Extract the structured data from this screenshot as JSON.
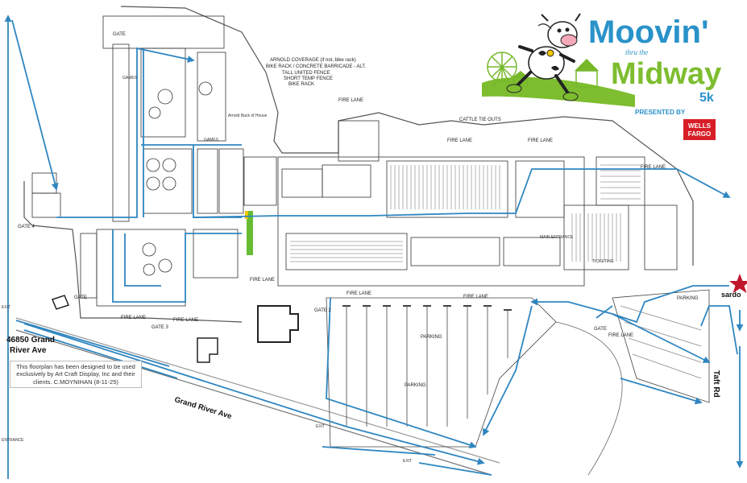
{
  "logo": {
    "title_top": "Moovin'",
    "title_middle": "thru the",
    "title_bottom": "Midway",
    "distance": "5k",
    "presented_by": "PRESENTED BY",
    "sponsor_line1": "WELLS",
    "sponsor_line2": "FARGO"
  },
  "streets": {
    "address_line1": "46850 Grand",
    "address_line2": "River Ave",
    "grand_river": "Grand River Ave",
    "taft": "Taft Rd",
    "sardo": "sardo"
  },
  "notes": {
    "arnold_line1": "ARNOLD COVERAGE (if not, bike rack)",
    "arnold_line2": "BIKE RACK / CONCRETE BARRICADE - ALT.",
    "arnold_line3": "TALL UNITED FENCE",
    "arnold_line4": "SHORT TEMP FENCE",
    "arnold_line5": "BIKE RACK",
    "disclaimer": "This floorplan has been designed to be used exclusively by Art Craft Display, Inc and their clients. C.MOYNIHAN (8-11-25)"
  },
  "labels": {
    "fire_lane": "FIRE LANE",
    "parking": "PARKING",
    "cattle_tie_outs": "CATTLE TIE OUTS",
    "gate_4": "GATE 4",
    "gate_3": "GATE 3",
    "gate_2": "GATE 2",
    "gate": "GATE",
    "games": "GAMES",
    "main_entrance": "MAIN ENTRANCE",
    "ticketing": "TICKETING",
    "arnold_back_house": "Arnold Back of House",
    "exit": "EXIT",
    "entrance": "ENTRANCE"
  },
  "colors": {
    "route": "#2f86c0",
    "building": "#222222",
    "highlight_green": "#66bb33",
    "highlight_yellow": "#f2c500",
    "start_marker": "#c0162c",
    "logo_blue": "#2a92c9",
    "logo_green": "#7dbd2f",
    "sponsor_red": "#d71e28",
    "ferris": "#76b82a"
  },
  "icons": {
    "start": "star-icon",
    "mascot": "cow-runner-icon",
    "ferris_wheel": "ferris-wheel-icon",
    "carousel": "carousel-icon"
  }
}
